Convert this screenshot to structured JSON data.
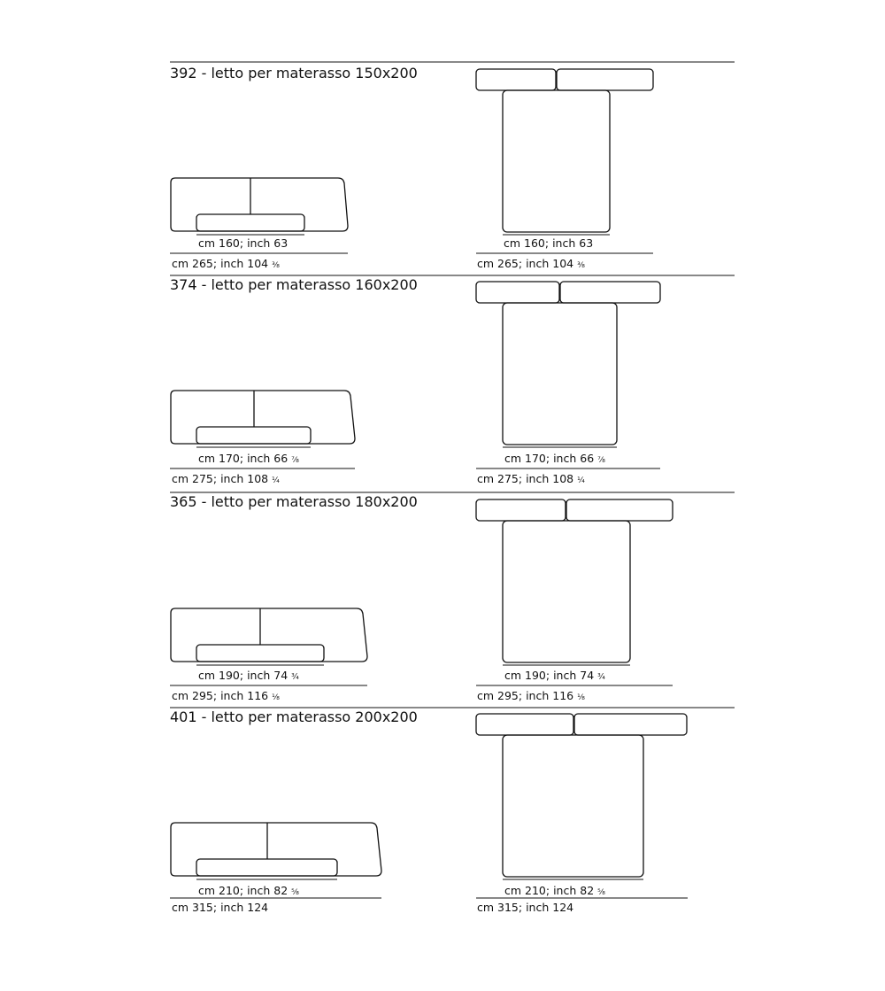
{
  "sections": [
    {
      "title": "392 - letto per materasso 150x200",
      "side": {
        "inner": {
          "cm": "cm 160",
          "inch": "; inch 63",
          "frac": ""
        },
        "outer": {
          "cm": "cm 265",
          "inch": "; inch 104",
          "frac": "⅜"
        }
      },
      "plan": {
        "inner": {
          "cm": "cm 160",
          "inch": "; inch 63",
          "frac": ""
        },
        "outer": {
          "cm": "cm 265",
          "inch": "; inch 104",
          "frac": "⅜"
        }
      }
    },
    {
      "title": "374 - letto per materasso 160x200",
      "side": {
        "inner": {
          "cm": "cm 170",
          "inch": "; inch 66",
          "frac": "⅞"
        },
        "outer": {
          "cm": "cm 275",
          "inch": "; inch 108",
          "frac": "¼"
        }
      },
      "plan": {
        "inner": {
          "cm": "cm 170",
          "inch": "; inch 66",
          "frac": "⅞"
        },
        "outer": {
          "cm": "cm 275",
          "inch": "; inch 108",
          "frac": "¼"
        }
      }
    },
    {
      "title": "365 - letto per materasso 180x200",
      "side": {
        "inner": {
          "cm": "cm 190",
          "inch": "; inch 74",
          "frac": "¾"
        },
        "outer": {
          "cm": "cm 295",
          "inch": "; inch 116",
          "frac": "⅛"
        }
      },
      "plan": {
        "inner": {
          "cm": "cm 190",
          "inch": "; inch 74",
          "frac": "¾"
        },
        "outer": {
          "cm": "cm 295",
          "inch": "; inch 116",
          "frac": "⅛"
        }
      }
    },
    {
      "title": "401 - letto per materasso 200x200",
      "side": {
        "inner": {
          "cm": "cm 210",
          "inch": "; inch 82",
          "frac": "⅝"
        },
        "outer": {
          "cm": "cm 315",
          "inch": "; inch 124",
          "frac": ""
        }
      },
      "plan": {
        "inner": {
          "cm": "cm 210",
          "inch": "; inch 82",
          "frac": "⅝"
        },
        "outer": {
          "cm": "cm 315",
          "inch": "; inch 124",
          "frac": ""
        }
      }
    }
  ]
}
